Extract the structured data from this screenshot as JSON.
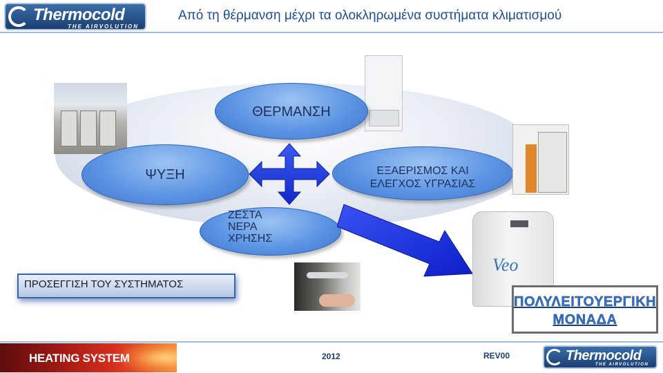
{
  "header": {
    "logo_name": "Thermocold",
    "logo_tagline": "THE AIRVOLUTION",
    "title": "Από τη  θέρμανση μέχρι τα ολοκληρωμένα συστήματα κλιματισμού"
  },
  "diagram": {
    "heating": "ΘΕΡΜΑΝΣΗ",
    "cooling": "ΨΥΞΗ",
    "ventilation_line1": "ΕΞΑΕΡΙΣΜΟΣ ΚΑΙ",
    "ventilation_line2": "ΕΛΕΓΧΟΣ ΥΓΡΑΣΙΑΣ",
    "hot_water_line1": "ΖΕΣΤΑ",
    "hot_water_line2": "ΝΕΡΑ",
    "hot_water_line3": "ΧΡΗΣΗΣ"
  },
  "labels": {
    "system_approach": "ΠΡΟΣΕΓΓΙΣΗ ΤΟΥ ΣΥΣΤΗΜΑΤΟΣ",
    "multifunction_line1": "ΠΟΛΥΛΕΙΤΟΥΕΡΓΙΚΗ",
    "multifunction_line2": "ΜΟΝΑΔΑ",
    "unit_brand": "Veo"
  },
  "footer": {
    "banner": "HEATING SYSTEM",
    "year": "2012",
    "revision": "REV00",
    "logo_name": "Thermocold",
    "logo_tagline": "THE AIRVOLUTION"
  },
  "colors": {
    "brand_blue": "#1b3f73",
    "node_blue": "#5d95e4",
    "arrow_blue": "#1f3fe0",
    "title_blue": "#1f4e8c"
  }
}
